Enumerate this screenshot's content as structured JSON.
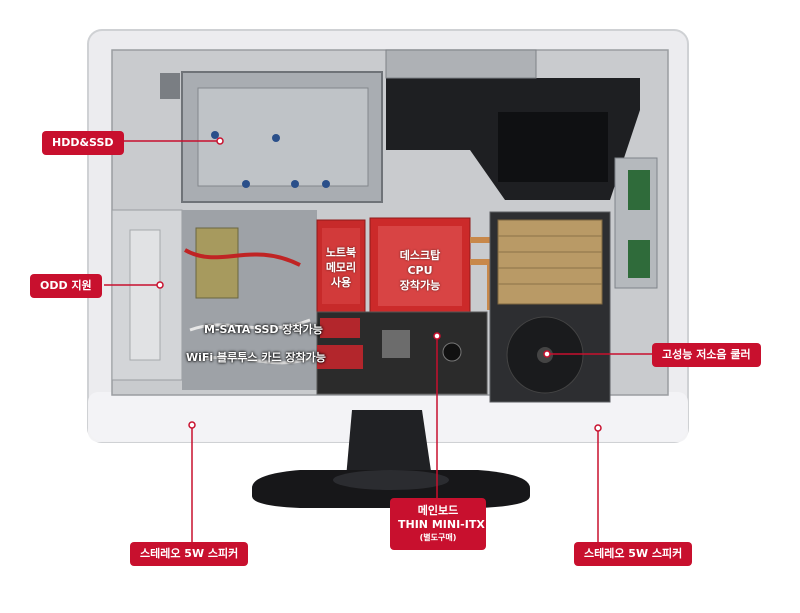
{
  "colors": {
    "callout_bg": "#c8102e",
    "callout_text": "#ffffff",
    "leader_line": "#c8102e",
    "frame": "#e9e9ec",
    "chassis": "#b9bcc0",
    "heatsink_red": "#cc2a2a",
    "stand": "#1b1b1b"
  },
  "labels": {
    "hdd_ssd": "HDD&SSD",
    "odd": "ODD 지원",
    "cooler": "고성능 저소음 쿨러",
    "speaker_left": "스테레오 5W 스피커",
    "speaker_right": "스테레오 5W 스피커",
    "mainboard_line1": "메인보드",
    "mainboard_line2": "THIN MINI-ITX",
    "mainboard_note": "(별도구매)",
    "laptop_memory": "노트북\n메모리\n사용",
    "desktop_cpu": "데스크탑\nCPU\n장착가능",
    "msata_ssd": "M-SATA SSD 장착가능",
    "wifi_bt": "WiFi 블루투스 카드 장착가능"
  },
  "icons": [
    "hdd-cage-icon",
    "odd-drive-icon",
    "cooling-fan-icon",
    "cpu-heatsink-icon",
    "memory-module-icon",
    "monitor-stand-icon"
  ]
}
